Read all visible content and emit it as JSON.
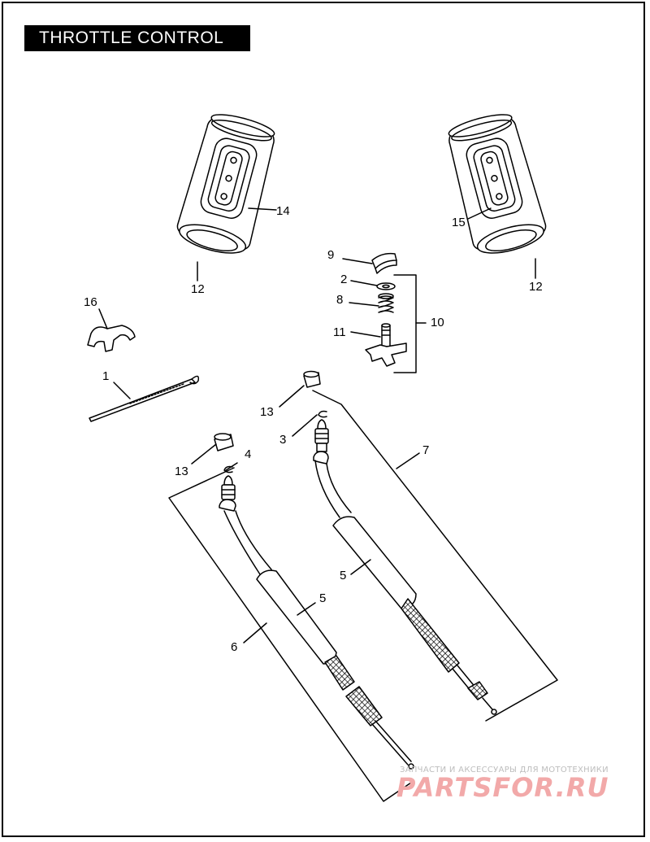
{
  "page": {
    "title": "THROTTLE CONTROL"
  },
  "callouts": {
    "c1": "1",
    "c2": "2",
    "c3": "3",
    "c4": "4",
    "c5a": "5",
    "c5b": "5",
    "c6": "6",
    "c7": "7",
    "c8": "8",
    "c9": "9",
    "c10": "10",
    "c11": "11",
    "c12a": "12",
    "c12b": "12",
    "c13a": "13",
    "c13b": "13",
    "c14": "14",
    "c15": "15",
    "c16": "16"
  },
  "watermark": {
    "tagline": "ЗАПЧАСТИ И АКСЕССУАРЫ ДЛЯ МОТОТЕХНИКИ",
    "logo": "PARTSFOR.RU"
  },
  "colors": {
    "line": "#000000",
    "watermark": "#f2a9a9"
  }
}
